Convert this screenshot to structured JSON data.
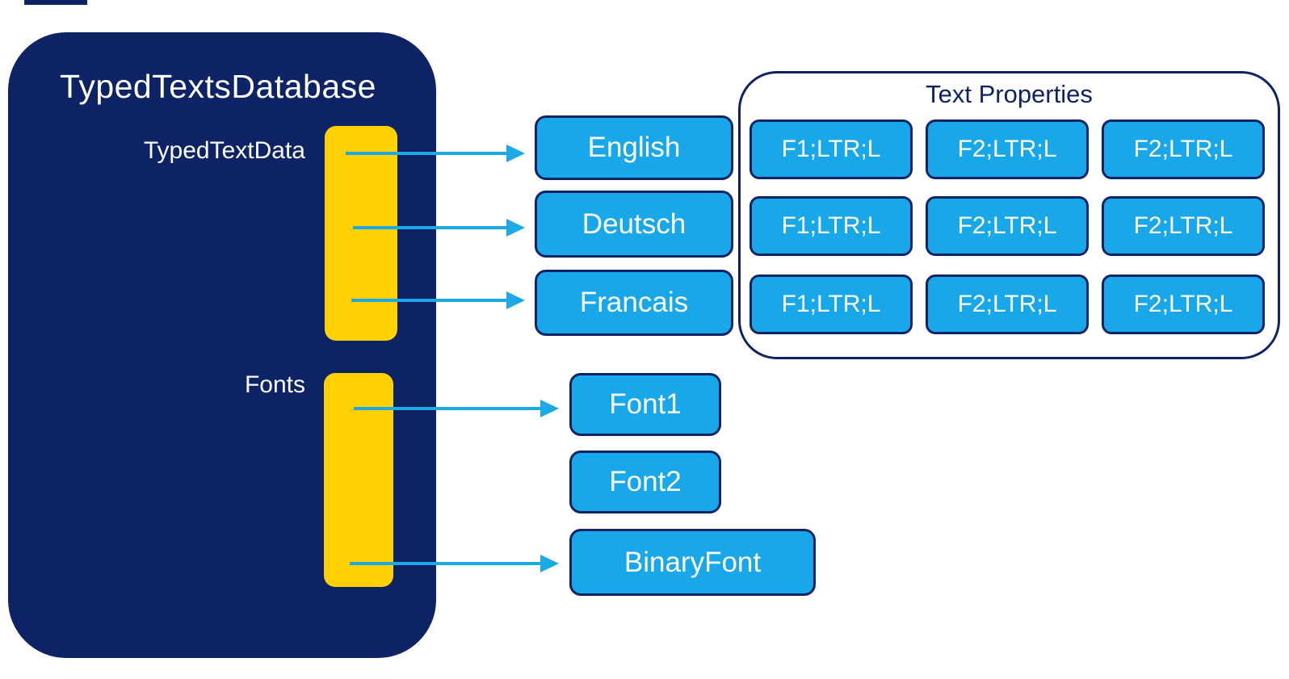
{
  "diagram": {
    "database": {
      "title": "TypedTextsDatabase",
      "members": [
        {
          "label": "TypedTextData"
        },
        {
          "label": "Fonts"
        }
      ]
    },
    "languages": [
      {
        "label": "English"
      },
      {
        "label": "Deutsch"
      },
      {
        "label": "Francais"
      }
    ],
    "text_properties": {
      "title": "Text Properties",
      "grid": [
        [
          "F1;LTR;L",
          "F2;LTR;L",
          "F2;LTR;L"
        ],
        [
          "F1;LTR;L",
          "F2;LTR;L",
          "F2;LTR;L"
        ],
        [
          "F1;LTR;L",
          "F2;LTR;L",
          "F2;LTR;L"
        ]
      ]
    },
    "fonts": [
      {
        "label": "Font1"
      },
      {
        "label": "Font2"
      },
      {
        "label": "BinaryFont"
      }
    ],
    "colors": {
      "navy": "#0e2365",
      "blue": "#18a8ea",
      "yellow": "#ffd103",
      "arrow": "#1da9e8",
      "text_light": "#ffffff"
    }
  }
}
